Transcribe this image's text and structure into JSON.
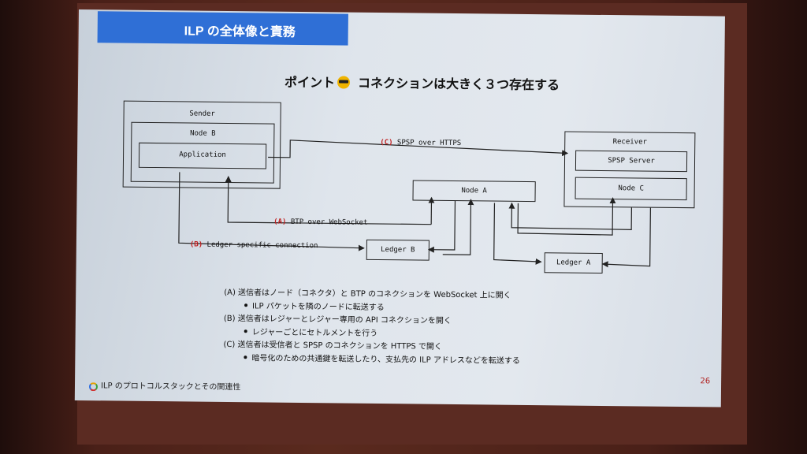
{
  "header": {
    "title": "ILP の全体像と責務"
  },
  "point_heading": {
    "prefix": "ポイント",
    "icon": "sunglasses-emoji-icon",
    "text": "コネクションは大きく３つ存在する"
  },
  "diagram": {
    "sender": {
      "label": "Sender",
      "node": "Node B",
      "app": "Application"
    },
    "receiver": {
      "label": "Receiver",
      "server": "SPSP Server",
      "node": "Node C"
    },
    "node_a": "Node A",
    "ledger_a": "Ledger A",
    "ledger_b": "Ledger B",
    "conn_a": {
      "letter": "(A)",
      "text": "BTP over WebSocket"
    },
    "conn_b": {
      "letter": "(B)",
      "text": "Ledger specific connection"
    },
    "conn_c": {
      "letter": "(C)",
      "text": "SPSP over HTTPS"
    }
  },
  "notes": [
    {
      "main": "(A)  送信者はノード（コネクタ）と BTP のコネクションを WebSocket 上に開く",
      "sub": "ILP パケットを隣のノードに転送する"
    },
    {
      "main": "(B)  送信者はレジャーとレジャー専用の API コネクションを開く",
      "sub": "レジャーごとにセトルメントを行う"
    },
    {
      "main": "(C)  送信者は受信者と SPSP のコネクションを HTTPS で開く",
      "sub": "暗号化のための共通鍵を転送したり、支払先の ILP アドレスなどを転送する"
    }
  ],
  "page_number": "26",
  "footer": {
    "text": "ILP のプロトコルスタックとその関連性"
  }
}
